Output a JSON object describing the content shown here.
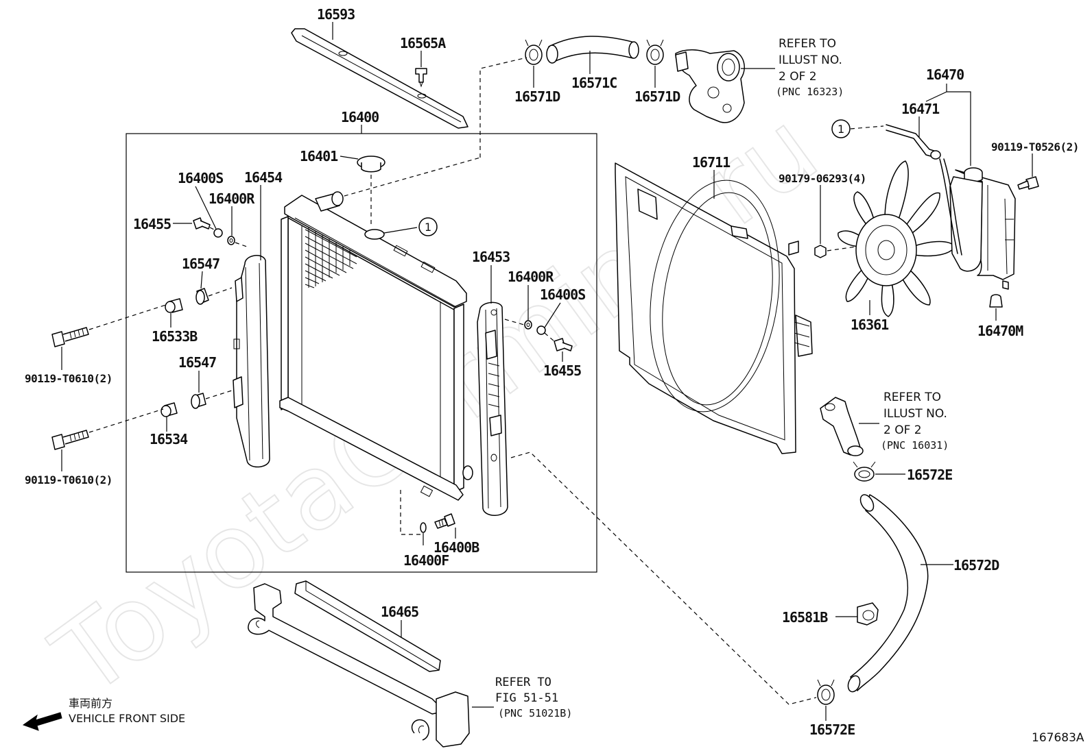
{
  "diagram_id": "167683A",
  "watermark": "ToyotaCarmine.ru",
  "front_note": {
    "jp": "車両前方",
    "en": "VEHICLE FRONT SIDE"
  },
  "circle_ref": "1",
  "parts": {
    "p16593": "16593",
    "p16565A": "16565A",
    "p16571D_a": "16571D",
    "p16571C": "16571C",
    "p16571D_b": "16571D",
    "p16400": "16400",
    "p16401": "16401",
    "p16400S_a": "16400S",
    "p16454": "16454",
    "p16400R_a": "16400R",
    "p16455_a": "16455",
    "p16547_a": "16547",
    "p16533B": "16533B",
    "p90119_T0610_a": "90119-T0610(2)",
    "p16547_b": "16547",
    "p16534": "16534",
    "p90119_T0610_b": "90119-T0610(2)",
    "p16453": "16453",
    "p16400R_b": "16400R",
    "p16400S_b": "16400S",
    "p16455_b": "16455",
    "p16400B": "16400B",
    "p16400F": "16400F",
    "p16465": "16465",
    "p16711": "16711",
    "p16470": "16470",
    "p16471": "16471",
    "p90119_T0526": "90119-T0526(2)",
    "p90179_06293": "90179-06293(4)",
    "p16361": "16361",
    "p16470M": "16470M",
    "p16572E_a": "16572E",
    "p16572D": "16572D",
    "p16581B": "16581B",
    "p16572E_b": "16572E"
  },
  "refs": {
    "ref1": {
      "l1": "REFER TO",
      "l2": "ILLUST NO.",
      "l3": "2 OF 2",
      "l4": "(PNC 16323)"
    },
    "ref2": {
      "l1": "REFER TO",
      "l2": "ILLUST NO.",
      "l3": "2 OF 2",
      "l4": "(PNC 16031)"
    },
    "ref3": {
      "l1": "REFER TO",
      "l2": "FIG 51-51",
      "l3": "(PNC 51021B)"
    }
  }
}
